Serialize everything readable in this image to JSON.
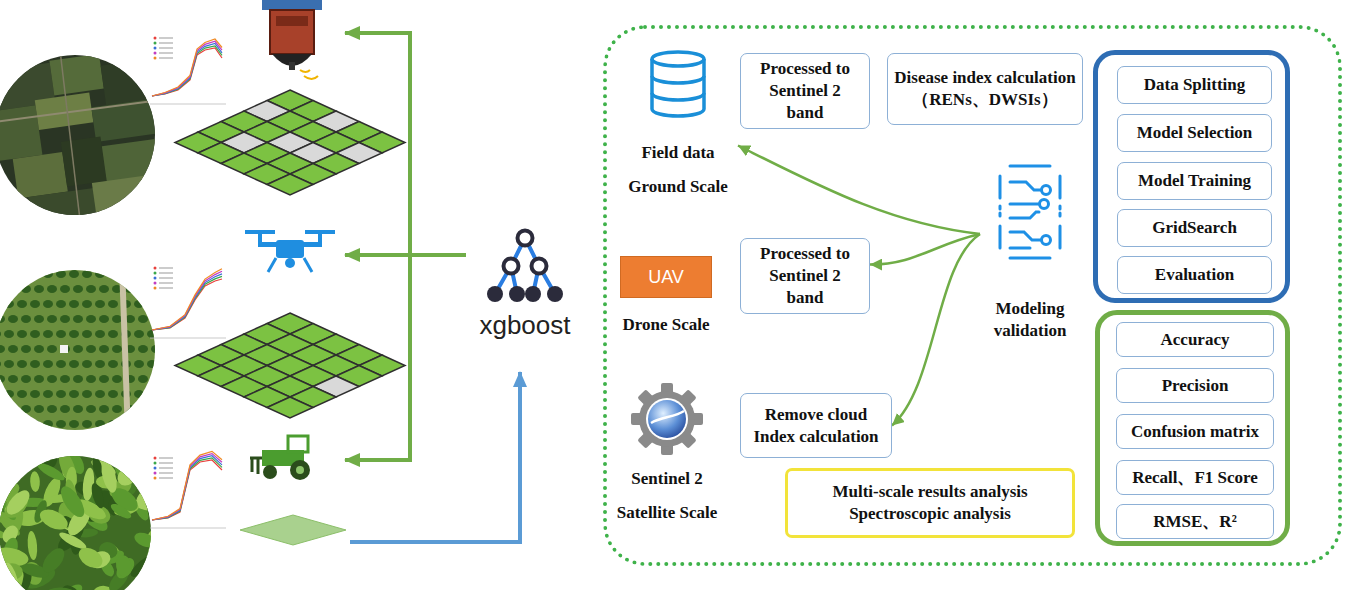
{
  "diagram": {
    "nodes": [
      {
        "text": []
      },
      {
        "text": [
          "Field data Ground Scale"
        ],
        "in": 0
      },
      {
        "text": [
          "Processed to Sentinel 2 band"
        ],
        "in": 0
      },
      {
        "text": [
          "Disease index calculation （RENs、DWSIs）"
        ],
        "in": 0
      },
      {
        "text": [],
        "in": 0
      },
      {
        "text": [
          "Data Splitting"
        ],
        "in": 4
      },
      {
        "text": [
          "Model Selection"
        ],
        "in": 4
      },
      {
        "text": [
          "Model Training"
        ],
        "in": 4
      },
      {
        "text": [
          "GridSearch"
        ],
        "in": 4
      },
      {
        "text": [
          "Evaluation"
        ],
        "in": 4
      },
      {
        "text": [
          "UAV",
          "Drone Scale"
        ],
        "in": 0
      },
      {
        "text": [
          "Processed to Sentinel 2 band"
        ],
        "in": 0
      },
      {
        "text": [
          "Modeling validation"
        ],
        "in": 0
      },
      {
        "text": [],
        "in": 0
      },
      {
        "text": [
          "Accuracy"
        ],
        "in": 13
      },
      {
        "text": [
          "Precision"
        ],
        "in": 13
      },
      {
        "text": [
          "Confusion matrix"
        ],
        "in": 13
      },
      {
        "text": [
          "Recall、F1 Score"
        ],
        "in": 13
      },
      {
        "text": [
          "RMSE、R²"
        ],
        "in": 13
      },
      {
        "text": [
          "Sentinel 2 Satellite Scale"
        ],
        "in": 0
      },
      {
        "text": [
          "Remove cloud Index calculation"
        ],
        "in": 0
      },
      {
        "text": [
          "Multi-scale results analysis Spectroscopic analysis"
        ],
        "in": 0
      },
      {
        "text": [
          "xgboost"
        ]
      }
    ],
    "edges": [
      {
        "from": 12,
        "to": 1,
        "arrow": "to"
      },
      {
        "from": 12,
        "to": 11,
        "arrow": "to"
      },
      {
        "from": 12,
        "to": 20,
        "arrow": "to"
      }
    ]
  }
}
